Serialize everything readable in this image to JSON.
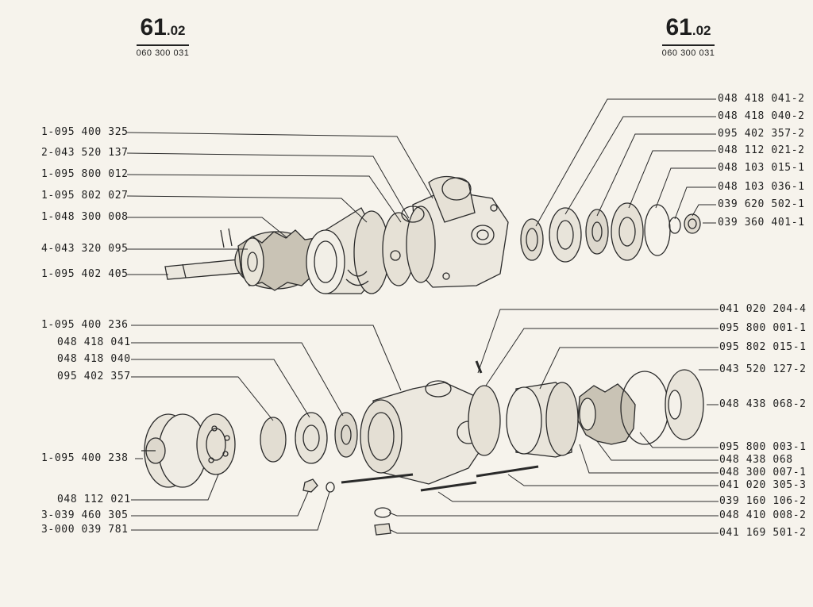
{
  "header_left": {
    "page": "61",
    "sub": ".02",
    "code": "060 300 031"
  },
  "header_right": {
    "page": "61",
    "sub": ".02",
    "code": "060 300 031"
  },
  "upper_left_labels": [
    "1-095 400 325",
    "2-043 520 137",
    "1-095 800 012",
    "1-095 802 027",
    "1-048 300 008",
    "4-043 320 095",
    "1-095 402 405"
  ],
  "upper_right_labels": [
    "048 418 041-2",
    "048 418 040-2",
    "095 402 357-2",
    "048 112 021-2",
    "048 103 015-1",
    "048 103 036-1",
    "039 620 502-1",
    "039 360 401-1"
  ],
  "lower_left_labels": [
    "1-095 400 236",
    "048 418 041",
    "048 418 040",
    "095 402 357",
    "1-095 400 238",
    "048 112 021",
    "3-039 460 305",
    "3-000 039 781"
  ],
  "lower_right_labels": [
    "041 020 204-4",
    "095 800 001-1",
    "095 802 015-1",
    "043 520 127-2",
    "048 438 068-2",
    "095 800 003-1",
    "048 438 068",
    "048 300 007-1",
    "041 020 305-3",
    "039 160 106-2",
    "048 410 008-2",
    "041 169 501-2"
  ]
}
